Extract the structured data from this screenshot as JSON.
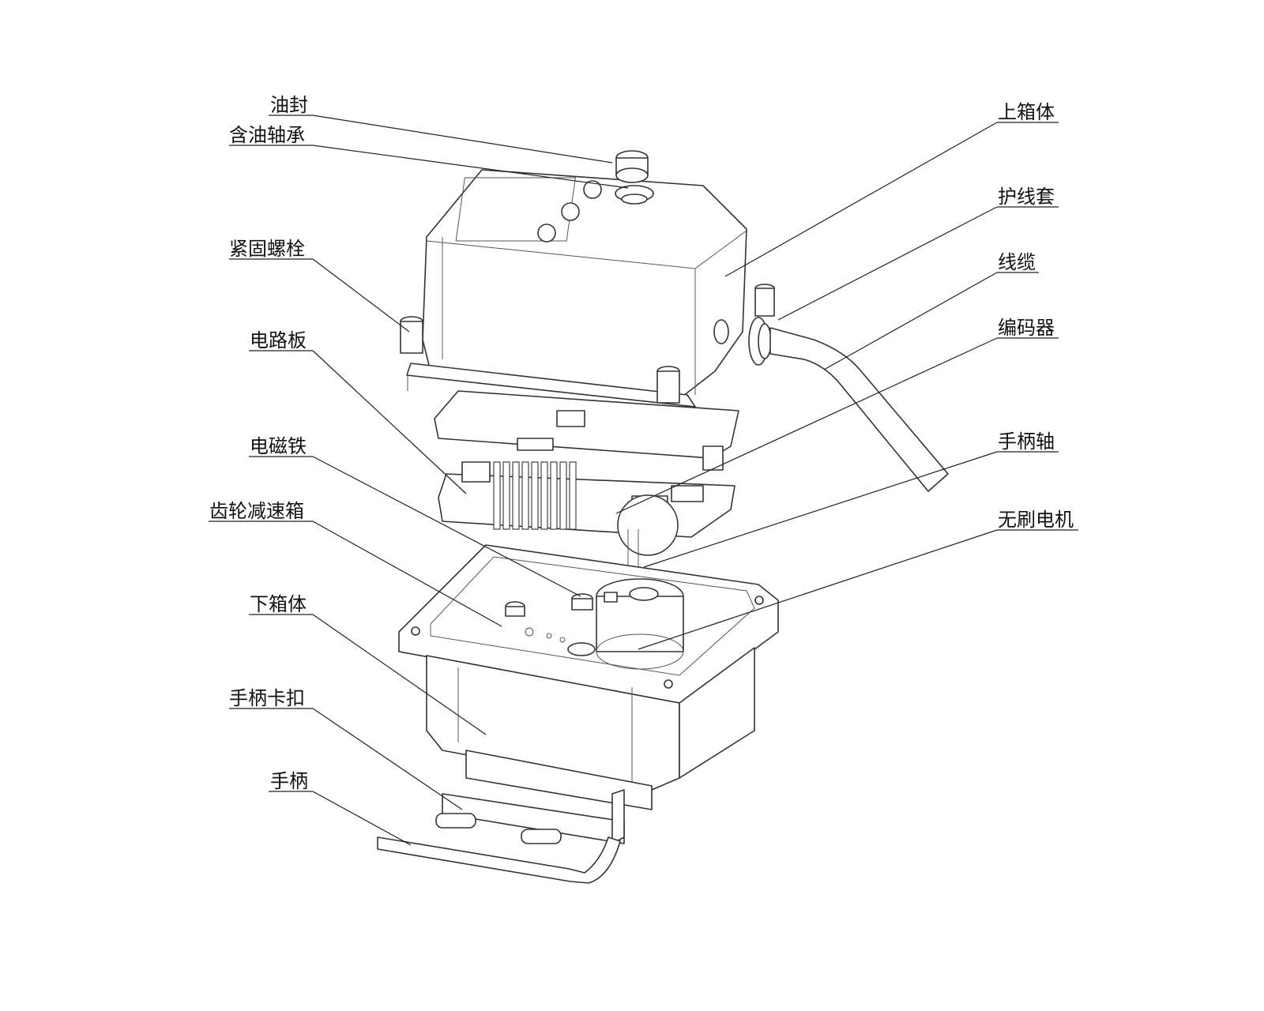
{
  "labels": {
    "oil_seal": "油封",
    "oil_bearing": "含油轴承",
    "bolt": "紧固螺栓",
    "circuit_board": "电路板",
    "electromagnet": "电磁铁",
    "gearbox": "齿轮减速箱",
    "lower_box": "下箱体",
    "handle_clip": "手柄卡扣",
    "handle": "手柄",
    "upper_box": "上箱体",
    "cable_sleeve": "护线套",
    "cable": "线缆",
    "encoder": "编码器",
    "handle_shaft": "手柄轴",
    "motor": "无刷电机"
  }
}
